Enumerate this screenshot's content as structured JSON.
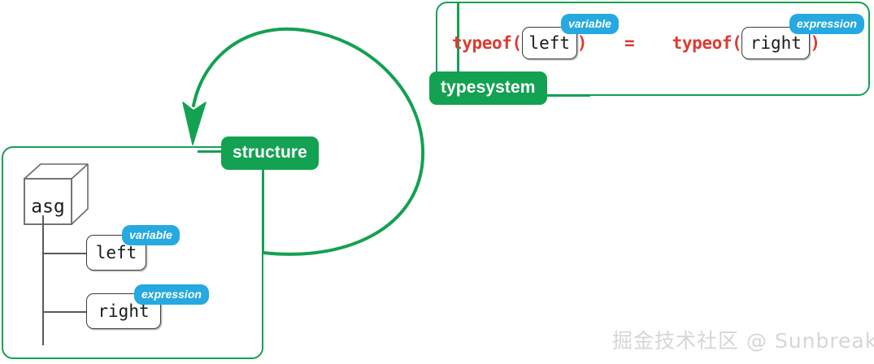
{
  "theme": {
    "green": "#13a152",
    "blue": "#25a9e0",
    "red": "#de3a30",
    "node_border": "#3b3b3b",
    "tree_line": "#5a5a5a",
    "background": "#ffffff",
    "watermark_color": "#d6d6d6"
  },
  "typesystem": {
    "label": "typesystem",
    "expression": {
      "left_keyword": "typeof(",
      "left_node": "left",
      "left_close": ")",
      "operator": "=",
      "right_keyword": "typeof(",
      "right_node": "right",
      "right_close": ")"
    },
    "tags": {
      "left": "variable",
      "right": "expression"
    }
  },
  "structure": {
    "label": "structure",
    "root": {
      "name": "asg",
      "icon": "cube-icon"
    },
    "children": [
      {
        "name": "left",
        "tag": "variable"
      },
      {
        "name": "right",
        "tag": "expression"
      }
    ]
  },
  "arrow": {
    "name": "feedback-loop-arrow",
    "direction": "clockwise-from-structure-back-to-structure"
  },
  "watermark": {
    "text": "掘金技术社区 @ Sunbreak"
  }
}
